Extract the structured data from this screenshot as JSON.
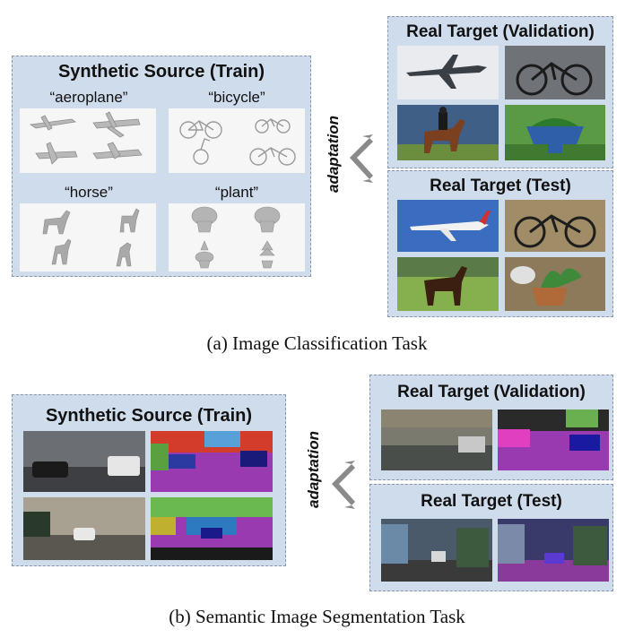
{
  "classification": {
    "source": {
      "title": "Synthetic Source (Train)",
      "categories": [
        "“aeroplane”",
        "“bicycle”",
        "“horse”",
        "“plant”"
      ]
    },
    "adaptation_label": "adaptation",
    "validation": {
      "title": "Real Target (Validation)"
    },
    "test": {
      "title": "Real Target (Test)"
    },
    "caption": "(a) Image Classification Task"
  },
  "segmentation": {
    "source": {
      "title": "Synthetic Source (Train)"
    },
    "adaptation_label": "adaptation",
    "validation": {
      "title": "Real Target (Validation)"
    },
    "test": {
      "title": "Real Target (Test)"
    },
    "caption": "(b) Semantic Image Segmentation Task"
  }
}
